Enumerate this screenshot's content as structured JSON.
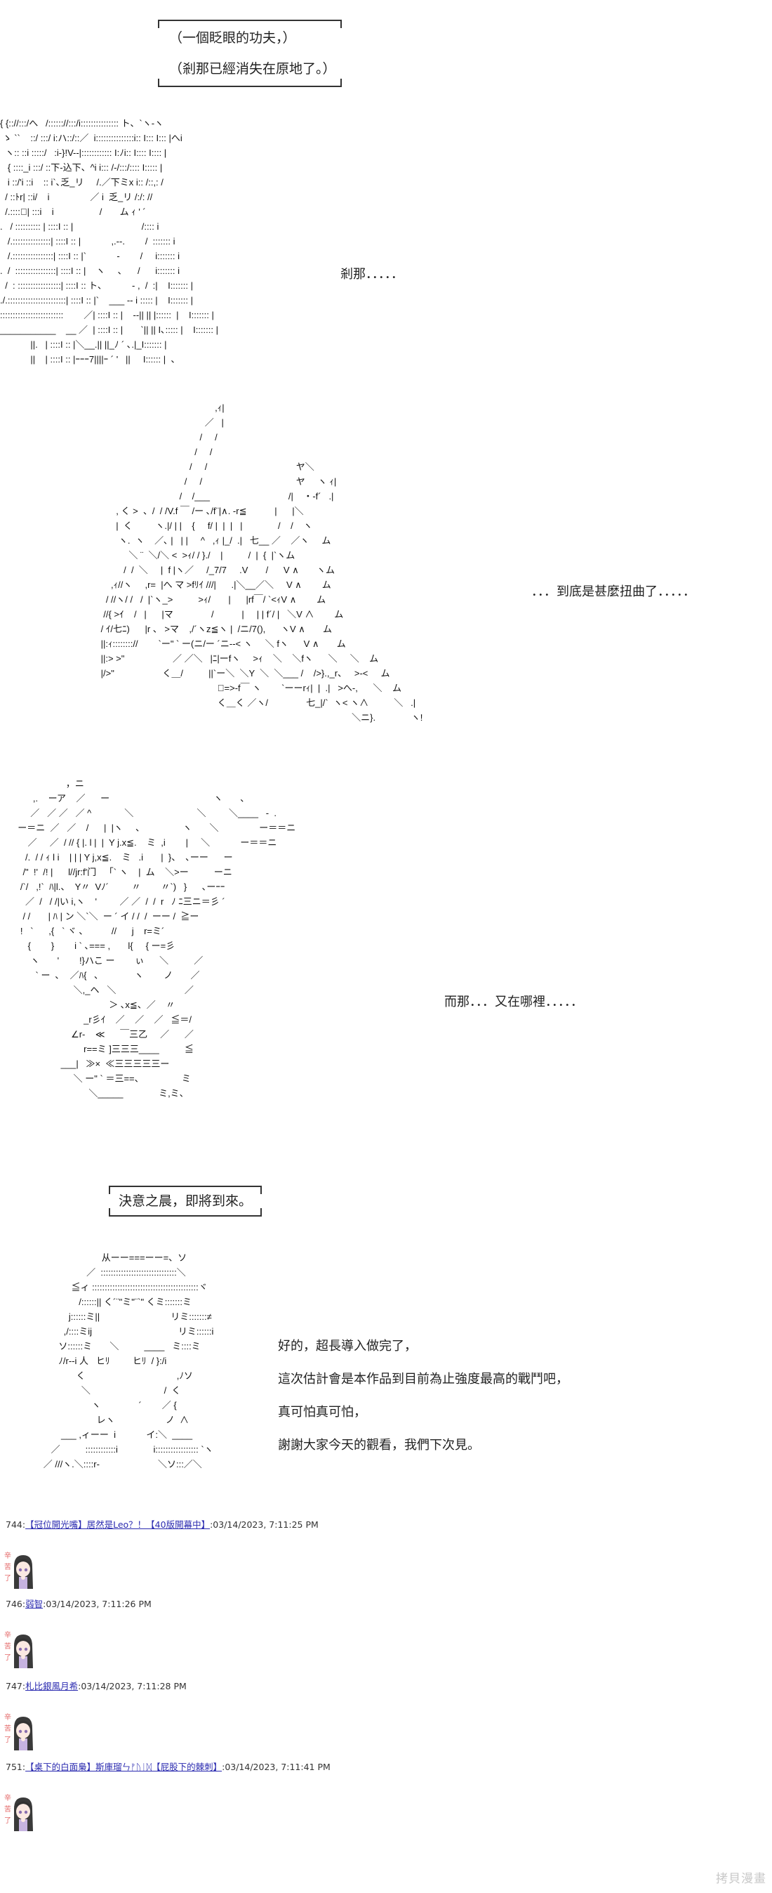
{
  "top_box": {
    "lines": [
      "（一個眨眼的功夫，）",
      "（剎那已經消失在原地了。）"
    ]
  },
  "narration": {
    "n1": "剎那．．．．．",
    "n2": "．．．到底是甚麼扭曲了．．．．．",
    "n3": "而那．．．又在哪裡．．．．．"
  },
  "mid_box": {
    "text": "決意之晨，即將到來。"
  },
  "closing": {
    "lines": [
      "好的，超長導入做完了，",
      "這次估計會是本作品到目前為止強度最高的戰鬥吧，",
      "真可怕真可怕，",
      "謝謝大家今天的觀看，我們下次見。"
    ]
  },
  "aa1": [
    "{ {:://:::/へ   /:::::://:::/i::::::::::::::: ト、`ヽ-ヽ",
    " ゝ ``    ::/ :::/ i:ハ::/::／  i:::::::::::::::i:: I::: I::: |へi",
    "  ヽ:: ::i :::::/   :i-}!V--|:::::::::::: I:ﾉi:: I:::: I:::: |",
    "   { ::::_i :::/ ::下-込下、^i i::: /-/:::/:::: I::::: |",
    "   i ::/'i ::i    :: i`､乏_リ     /.／下ミx i:: /::,: /",
    "  / ::ﾄr| ::i/    i                ／ i  乏_リ /:/: //",
    "  /.::::ﾞ| :::i    i                  /       ム ｨ ' ´",
    ".   / :::::::::: | ::::I :: |                           /:::: i",
    "   /.:::::::::::::::| ::::I :: |            ,.--.        /  ::::::: i",
    "   /.::::::::::::::::| ::::I :: |`            -        /     i::::::: i",
    ".  /  ::::::::::::::::| ::::I :: |    ヽ     ､      /      i::::::: i",
    "  /  : :::::::::::::::::| ::::I :: ト、          - ,  /  :|    I::::::: |",
    "./.:::::::::::::::::::::::| ::::I :: |`    ___ -- i ::::: |    I::::::: |",
    ":::::::::::::::::::::::::        ／| ::::I :: |    --|| || |::::::  |    I::::::: |",
    "___________    __ ／  | ::::I :: |       `|| || I､::::: |    I::::::: |",
    "            ||.   | ::::I :: |＼__.|| ||_ﾉ ´ ､.|_I::::::: |",
    "            ||    | ::::I :: |ｰｰｰ7||||ｰ ´ '   ||     I:::::: |  、"
  ],
  "aa2": [
    "                                              ,ｨ|",
    "                                          ／   |",
    "                                        /     /",
    "                                      /     /",
    "                                    /     /                                   ヤ＼",
    "                                  /     /                                     ヤ     ヽ ｨ|",
    "                                /    /___                               /|    ・-f´   .|",
    "       , く >  、/  / /V.f ￣ /ー ､/f¨|∧. -r≦           |      |＼",
    "       |  く         ヽ.|/ | |    {     f/ |  |  |   |              /    /    ヽ",
    "        ヽ.  ヽ    ／､ |   | |     ^   ,ｨ |_/  .|   七__ ／    ／ヽ     ム",
    "            ＼ ¨  ＼/＼ <  >ｨ/ / }./    |          /  |  {  |`ヽム",
    "          /  /  ＼     |  f |ヽ／     /_7/7     .V       /      V ∧       ヽム",
    "     ,ｨ//ヽ     ,r=  |へ マ >fﾘｲ ///|      .|＼__／＼     V ∧        ム",
    "   / //ヽ/ /   /  |`ヽ_>          >ｨ/       |      |rf￣/ `<ｨV ∧        ム",
    "  //{ >ｲ    /   |      |マ               /           |     | | f´/ |   ＼V ∧        ム",
    " / ｲ/七ﾆ)      |r 、 >マ    ,/´ヽz≦ヽ |  /ニ/7(),      ヽV ∧       ム",
    " ||:ｨ:::::::://        `ー\" ` ー(ニ/ー ´ニ--< ヽ     ＼ fヽ      V ∧       ム",
    " ||:> >\"                   ／ ／＼   |ﾆ|ーfヽ     >ｨ    ＼    ＼fヽ      ＼     ＼    ム",
    " |/>\"                   く＿/          ||`ー＼  ＼Y  ＼  ＼___ /    />}.,_r、   >-<     ム",
    "                                               ﾞ=>-f￣ ヽ        `ーーrｨ|  |  .|   >へ-,      ＼    ム",
    "                                               く＿く ／ヽ/               七_|/`  ヽ< ヽ∧          ＼   .|",
    "                                                                                                    ＼ニ}.              ヽ!"
  ],
  "aa3": [
    "                     ，ニ",
    "        ,.    ーア    ／      ー                                         ヽ       ､",
    "       ／   ／ ／   ／ ^             ＼                         ＼         ＼____   -  .",
    "  ー＝ニ  ／   ／    /      |  |ヽ     、               ヽ       ＼                ー＝＝ニ",
    "      ／     ／  / // { |. l |  |  Y j.x≦.    ミ  ,i        |     ＼            ー＝＝ニ",
    "     /.  / / ｨ l i    | | | Y j,x≦.    ミ   .i       |  }、  ､ーー      ー",
    "    /\"  !'  /! |      l//jr:f'门     ｢` ヽ    |  ム    ＼>ー          ーニ",
    "   /`/   ,!`  ﾊ|l.、  Y〃  Vﾉ´         〃        〃`)   }      ､ーｰｰ",
    "     ／  /   / /|い i,ヽ    '         ／ ／  /  /  r   ﾉ ﾆ三ニ＝彡 ´",
    "    / /       | ﾊ | ン ＼`＼  ー ´ イ / /  /  ーー /  ≧ー",
    "   !   `      ,{   ` ヾ ､           //      j    r=ミ´",
    "      {        }        i ` ､=== ,       l{     { ー=彡",
    "       ヽ       '        !}ハこ ー        ぃ      ＼          ／",
    "         ` ー  ､    ／ﾊ{   ､              ヽ        ノ       ／",
    "                        ＼,_ヘ   ＼                           ／",
    "                                      ＞ ､x≦、／    〃",
    "                            _r彡ｲ    ／    ／    ／   ≦＝/",
    "                       ∠r-    ≪      ￣三乙     ／      ／",
    "                            r==ミ ]三三三____          ≦",
    "                   ___|   ≫×  ≪三三三三三ー",
    "                        ＼ ー\" ` ＝三==、               ミ",
    "                              ＼_____              ミ,ミ、"
  ],
  "aa4": [
    "                                  从ーー===ーー=、ソ",
    "                            ／  ::::::::::::::::::::::::::::::＼",
    "                      ≦ィ ::::::::::::::::::::::::::::::::::::::::::ヾ",
    "                         /::::::|| く´¨\"ミ\"¨`\" くミ:::::::ミ",
    "                     j::::::ミ||                            リミ:::::::≠",
    "                   ,/::::ミij                                  リミ::::::i",
    "                 ソ::::::ミ       ＼          ____   ミ::::ミ",
    "                 ﾉ/r--i 人   ヒﾘ         ヒﾘ  / }:/i",
    "                        く                                    ,ﾉソ",
    "                          ＼                             /  く",
    "                              ヽ               ´        ／ {",
    "                                レヽ                    ノ  ∧",
    "                  ___ ,ィーー  i            イ:＼  ____",
    "              ／          ::::::::::::i              i::::::::::::::::: `ヽ",
    "           ／ ///ヽ.＼::::r-                       ＼ソ:::／＼"
  ],
  "posts": [
    {
      "num": "744",
      "name": "【冠位開光嘴】居然是Leo？！【40版開幕中】",
      "time": "03/14/2023, 7:11:25 PM"
    },
    {
      "num": "746",
      "name": "弱智",
      "time": "03/14/2023, 7:11:26 PM"
    },
    {
      "num": "747",
      "name": "札比銀風月希",
      "time": "03/14/2023, 7:11:28 PM"
    },
    {
      "num": "751",
      "name": "【桌下的白面梟】斯庫瑠ㄣᚠᚢᛁᛞ【屁股下的棘刺】",
      "time": "03/14/2023, 7:11:41 PM"
    }
  ],
  "sticker_text": "辛苦了",
  "watermark": "拷貝漫畫"
}
